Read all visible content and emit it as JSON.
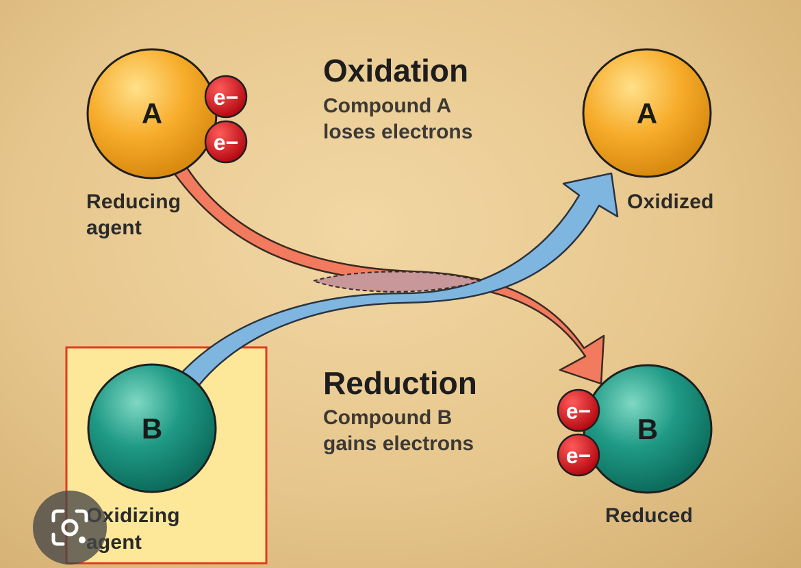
{
  "oxidation": {
    "heading": "Oxidation",
    "line1": "Compound A",
    "line2": "loses electrons"
  },
  "reduction": {
    "heading": "Reduction",
    "line1": "Compound B",
    "line2": "gains electrons"
  },
  "left_a": {
    "letter": "A",
    "label_line1": "Reducing",
    "label_line2": "agent"
  },
  "right_a": {
    "letter": "A",
    "label": "Oxidized"
  },
  "left_b": {
    "letter": "B",
    "label_line1": "Oxidizing",
    "label_line2": "agent"
  },
  "right_b": {
    "letter": "B",
    "label": "Reduced"
  },
  "electron": "e−",
  "colors": {
    "compound_a": "#f5a623",
    "compound_b": "#1f9a85",
    "electron": "#d0121b",
    "oxidation_arrow": "#f27a5e",
    "reduction_arrow": "#7fb6e0",
    "highlight_box": "#fde89a",
    "highlight_border": "#e23a1e"
  },
  "lens_icon": "visual-search-icon"
}
